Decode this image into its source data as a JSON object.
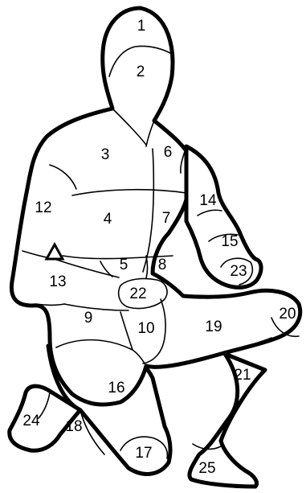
{
  "regions": [
    {
      "id": "1",
      "label": "1"
    },
    {
      "id": "2",
      "label": "2"
    },
    {
      "id": "3",
      "label": "3"
    },
    {
      "id": "4",
      "label": "4"
    },
    {
      "id": "5",
      "label": "5"
    },
    {
      "id": "6",
      "label": "6"
    },
    {
      "id": "7",
      "label": "7"
    },
    {
      "id": "8",
      "label": "8"
    },
    {
      "id": "9",
      "label": "9"
    },
    {
      "id": "10",
      "label": "10"
    },
    {
      "id": "12",
      "label": "12"
    },
    {
      "id": "13",
      "label": "13"
    },
    {
      "id": "14",
      "label": "14"
    },
    {
      "id": "15",
      "label": "15"
    },
    {
      "id": "16",
      "label": "16"
    },
    {
      "id": "17",
      "label": "17"
    },
    {
      "id": "18",
      "label": "18"
    },
    {
      "id": "19",
      "label": "19"
    },
    {
      "id": "20",
      "label": "20"
    },
    {
      "id": "21",
      "label": "21"
    },
    {
      "id": "22",
      "label": "22"
    },
    {
      "id": "23",
      "label": "23"
    },
    {
      "id": "24",
      "label": "24"
    },
    {
      "id": "25",
      "label": "25"
    }
  ],
  "colors": {
    "line": "#000000",
    "fill": "#ffffff"
  }
}
